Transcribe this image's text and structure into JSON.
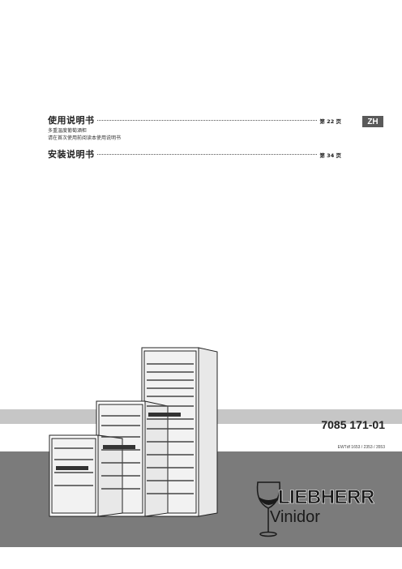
{
  "contents": [
    {
      "title": "使用说明书",
      "page": "第 22 页"
    },
    {
      "title": "安装说明书",
      "page": "第 34 页"
    }
  ],
  "subtitle_lines": [
    "多重温度葡萄酒柜",
    "请在首次使用前阅读本使用说明书"
  ],
  "language_badge": "ZH",
  "document_number": "7085 171-01",
  "models": "EWTdf 1653 / 2353 / 3553",
  "brand": {
    "name": "LIEBHERR",
    "line": "Vinidor"
  },
  "colors": {
    "band_light": "#c6c6c6",
    "band_dark": "#7b7b7b",
    "badge": "#5a5a5a"
  }
}
